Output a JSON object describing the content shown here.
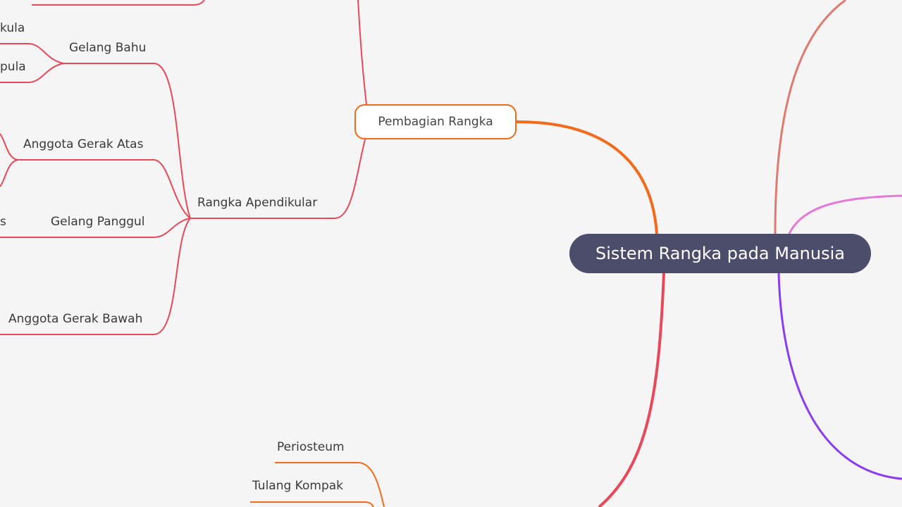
{
  "root": {
    "label": "Sistem Rangka pada Manusia"
  },
  "nodes": {
    "pembagian": "Pembagian Rangka",
    "apendikular": "Rangka Apendikular",
    "gelang_bahu": "Gelang Bahu",
    "klavikula_partial": "kula",
    "skapula_partial": "pula",
    "atas": "Anggota Gerak Atas",
    "panggul": "Gelang Panggul",
    "panggul_child_partial": "s",
    "bawah": "Anggota Gerak Bawah",
    "periosteum": "Periosteum",
    "kompak": "Tulang Kompak"
  },
  "colors": {
    "root": "#4b4d6b",
    "orange": "#f26a1b",
    "red": "#e8495a",
    "salmon": "#e07a70",
    "pink": "#e878d8",
    "purple": "#8a3cf0"
  }
}
